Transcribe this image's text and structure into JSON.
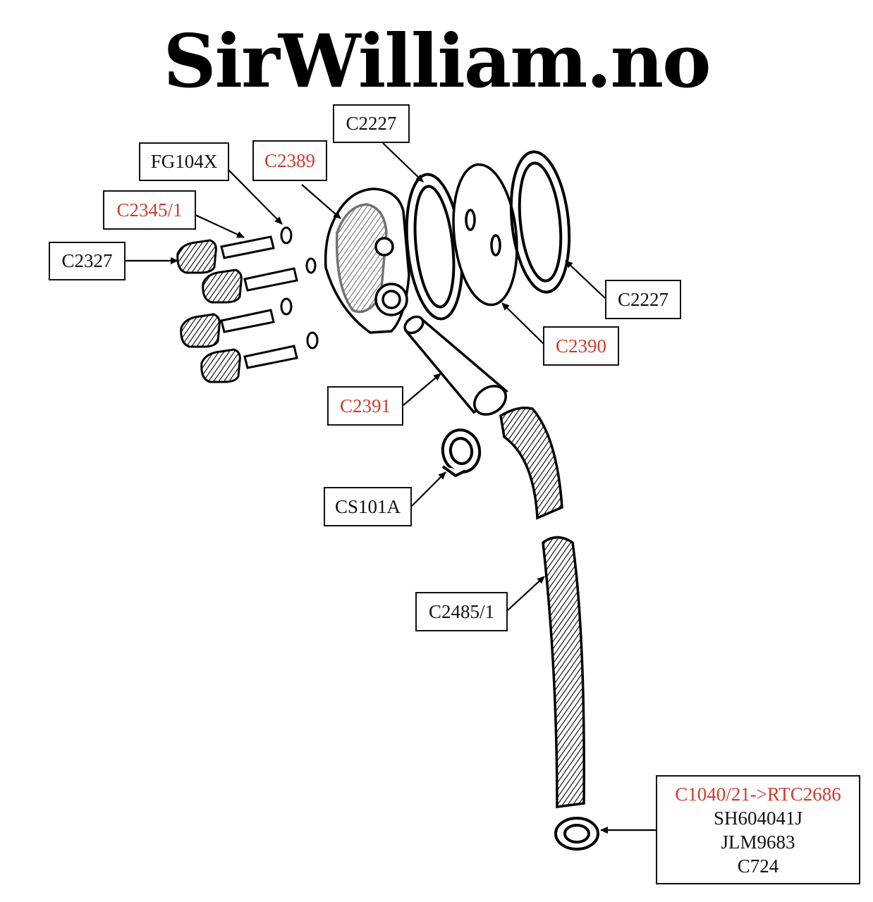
{
  "logo": {
    "text": "SirWilliam.no"
  },
  "labels": {
    "c2227_top": "C2227",
    "fg104x": "FG104X",
    "c2389": "C2389",
    "c2345_1": "C2345/1",
    "c2327": "C2327",
    "c2227_right": "C2227",
    "c2390": "C2390",
    "c2391": "C2391",
    "cs101a": "CS101A",
    "c2485_1": "C2485/1"
  },
  "multi_label": {
    "line1": "C1040/21->RTC2686",
    "line2": "SH604041J",
    "line3": "JLM9683",
    "line4": "C724"
  },
  "colors": {
    "highlight": "#d23a2b",
    "ink": "#111111"
  }
}
